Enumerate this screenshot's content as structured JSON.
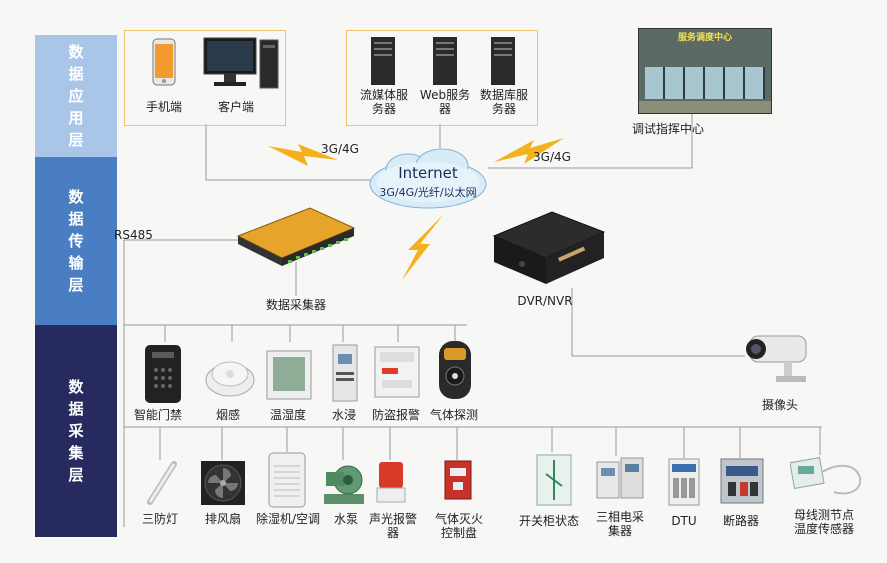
{
  "layers": {
    "application": "数据应用层",
    "transmission": "数据传输层",
    "collection": "数据采集层"
  },
  "app_clients": {
    "phone": "手机端",
    "client": "客户端"
  },
  "app_servers": {
    "stream": "流媒体服\n务器",
    "web": "Web服务\n器",
    "db": "数据库服\n务器"
  },
  "command_center": {
    "label": "调试指挥中心",
    "screen_title": "服务调度中心"
  },
  "network": {
    "title": "Internet",
    "subtitle": "3G/4G/光纤/以太网",
    "link_left": "3G/4G",
    "link_right": "3G/4G"
  },
  "transmission": {
    "rs485": "RS485",
    "collector": "数据采集器",
    "dvr": "DVR/NVR"
  },
  "sensors_row1": [
    "智能门禁",
    "烟感",
    "温湿度",
    "水浸",
    "防盗报警",
    "气体探测"
  ],
  "camera": "摄像头",
  "devices_row2": [
    "三防灯",
    "排风扇",
    "除湿机/空调",
    "水泵",
    "声光报警\n器",
    "气体灭火\n控制盘",
    "开关柜状态",
    "三相电采\n集器",
    "DTU",
    "断路器",
    "母线测节点\n温度传感器"
  ],
  "colors": {
    "app_layer": "#a9c6e8",
    "trans_layer": "#4a7ec2",
    "coll_layer": "#262a5e",
    "box_border": "#f1c56b",
    "lightning": "#f3b21c"
  }
}
